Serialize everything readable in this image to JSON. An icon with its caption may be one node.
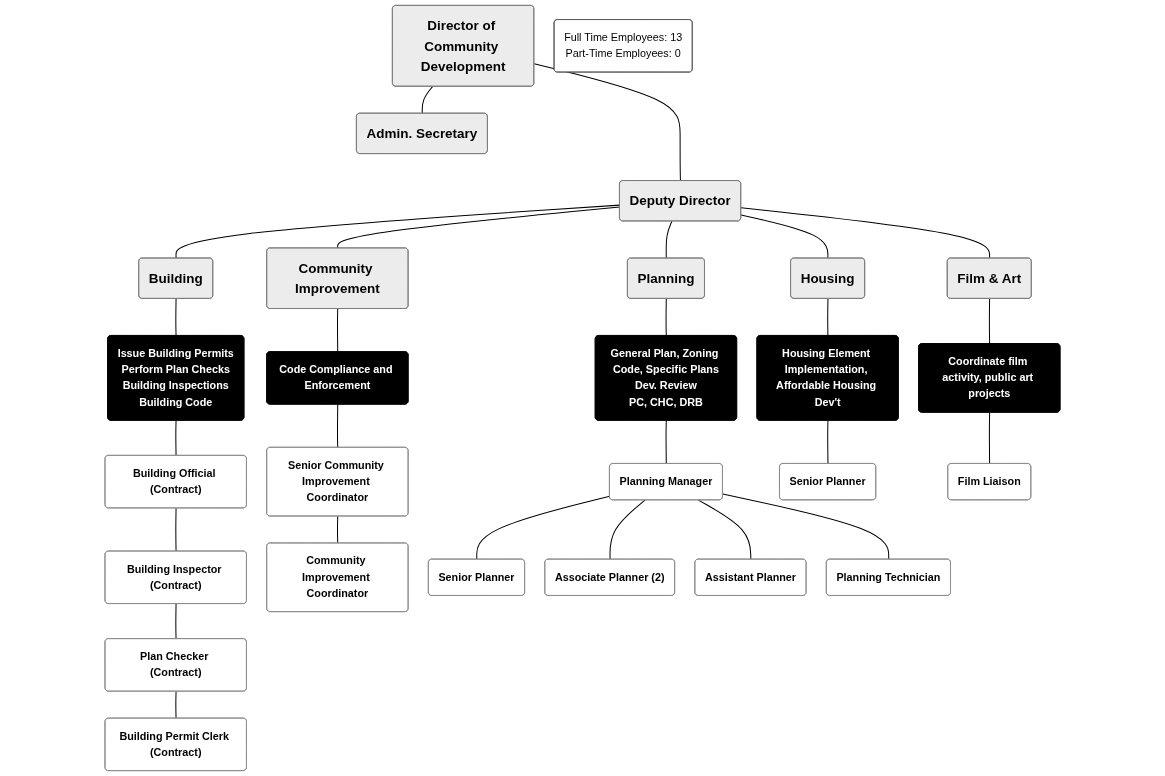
{
  "diagram": {
    "nodes": [
      {
        "text": [
          "Director of Community Development"
        ]
      },
      {
        "text": [
          "Admin. Secretary"
        ]
      },
      {
        "text": [
          "Deputy Director"
        ]
      },
      {
        "text": [
          "Building"
        ]
      },
      {
        "text": [
          "Community Improvement"
        ]
      },
      {
        "text": [
          "Planning"
        ]
      },
      {
        "text": [
          "Housing"
        ]
      },
      {
        "text": [
          "Film & Art"
        ]
      },
      {
        "text": [
          "Issue Building Permits",
          "Perform Plan Checks",
          "Building Inspections",
          "Building Code"
        ]
      },
      {
        "text": [
          "Code Compliance and Enforcement"
        ]
      },
      {
        "text": [
          "General Plan, Zoning Code, Specific Plans",
          "Dev. Review",
          "PC, CHC, DRB"
        ]
      },
      {
        "text": [
          "Housing Element Implementation, Affordable Housing Dev't"
        ]
      },
      {
        "text": [
          "Coordinate film activity, public art projects"
        ]
      },
      {
        "text": [
          "Building Official (Contract)"
        ]
      },
      {
        "text": [
          "Building Inspector (Contract)"
        ]
      },
      {
        "text": [
          "Plan Checker (Contract)"
        ]
      },
      {
        "text": [
          "Building Permit Clerk (Contract)"
        ]
      },
      {
        "text": [
          "Senior Community Improvement Coordinator"
        ]
      },
      {
        "text": [
          "Community Improvement Coordinator"
        ]
      },
      {
        "text": [
          "Planning Manager"
        ]
      },
      {
        "text": [
          "Senior Planner"
        ]
      },
      {
        "text": [
          "Associate Planner (2)"
        ]
      },
      {
        "text": [
          "Assistant Planner"
        ]
      },
      {
        "text": [
          "Planning Technician"
        ]
      },
      {
        "text": [
          "Senior Planner"
        ]
      },
      {
        "text": [
          "Film Liaison"
        ]
      },
      {
        "text": [
          "Full Time Employees: 13",
          "Part-Time Employees: 0"
        ]
      }
    ],
    "edges": [
      {
        "from": 0,
        "to": 2,
        "arrow": "none"
      },
      {
        "from": 0,
        "to": 1,
        "arrow": "none"
      },
      {
        "from": 2,
        "to": 3,
        "arrow": "none"
      },
      {
        "from": 2,
        "to": 4,
        "arrow": "none"
      },
      {
        "from": 2,
        "to": 5,
        "arrow": "none"
      },
      {
        "from": 2,
        "to": 6,
        "arrow": "none"
      },
      {
        "from": 2,
        "to": 7,
        "arrow": "none"
      },
      {
        "from": 3,
        "to": 8,
        "arrow": "none"
      },
      {
        "from": 8,
        "to": 13,
        "arrow": "none"
      },
      {
        "from": 13,
        "to": 14,
        "arrow": "none"
      },
      {
        "from": 14,
        "to": 15,
        "arrow": "none"
      },
      {
        "from": 15,
        "to": 16,
        "arrow": "none"
      },
      {
        "from": 4,
        "to": 9,
        "arrow": "none"
      },
      {
        "from": 9,
        "to": 17,
        "arrow": "none"
      },
      {
        "from": 17,
        "to": 18,
        "arrow": "none"
      },
      {
        "from": 5,
        "to": 10,
        "arrow": "none"
      },
      {
        "from": 10,
        "to": 19,
        "arrow": "none"
      },
      {
        "from": 19,
        "to": 20,
        "arrow": "none"
      },
      {
        "from": 19,
        "to": 21,
        "arrow": "none"
      },
      {
        "from": 19,
        "to": 22,
        "arrow": "none"
      },
      {
        "from": 19,
        "to": 23,
        "arrow": "none"
      },
      {
        "from": 6,
        "to": 11,
        "arrow": "none"
      },
      {
        "from": 11,
        "to": 24,
        "arrow": "none"
      },
      {
        "from": 7,
        "to": 12,
        "arrow": "none"
      },
      {
        "from": 12,
        "to": 25,
        "arrow": "none"
      }
    ]
  }
}
